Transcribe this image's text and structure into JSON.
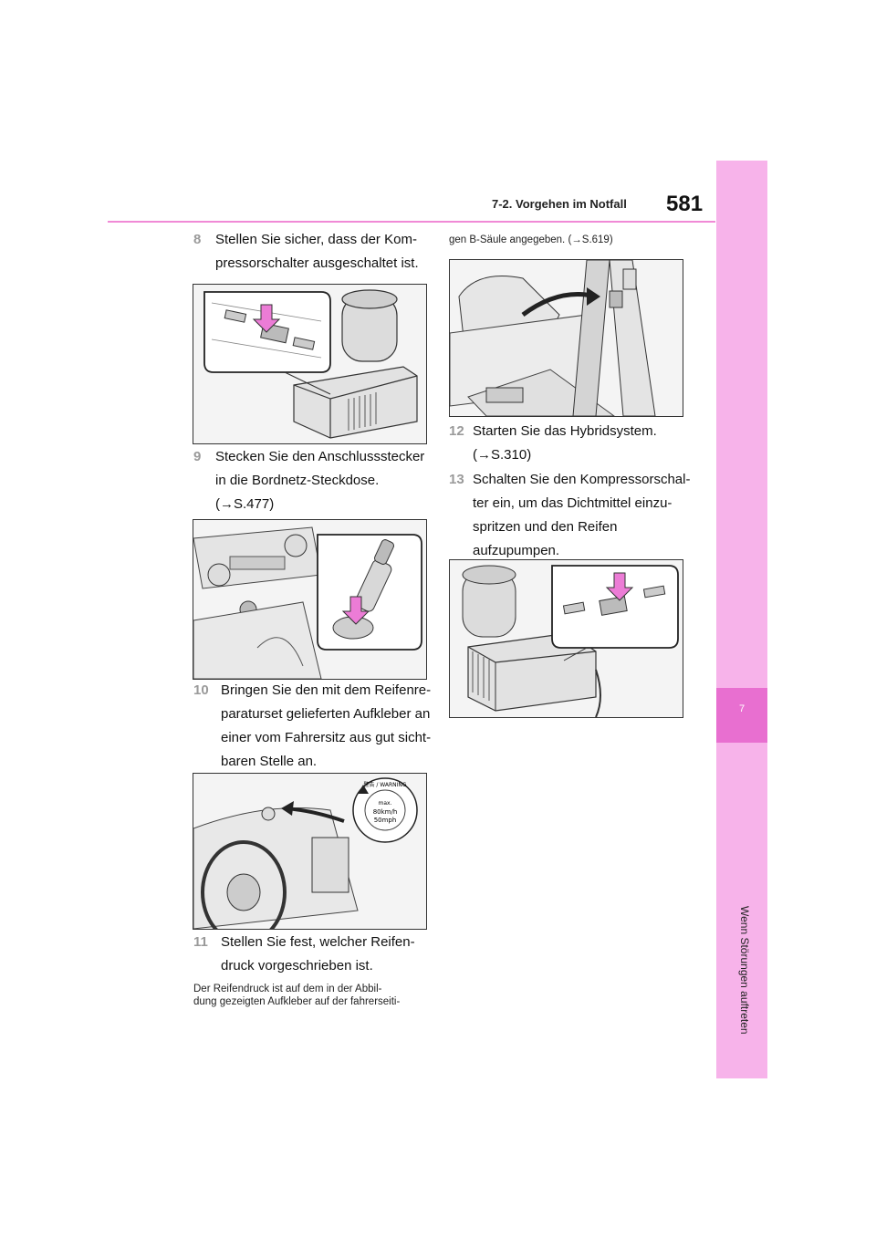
{
  "header": {
    "section": "7-2. Vorgehen im Notfall",
    "page": "581"
  },
  "sidebar": {
    "chapter_number": "7",
    "chapter_title": "Wenn Störungen auftreten"
  },
  "steps": {
    "s8": {
      "num": "8",
      "text": "Stellen Sie sicher, dass der Kom-\npressorschalter ausgeschaltet ist."
    },
    "s9": {
      "num": "9",
      "text": "Stecken Sie den Anschlussstecker\nin die Bordnetz-Steckdose.\n(→S.477)"
    },
    "s10": {
      "num": "10",
      "text": "Bringen Sie den mit dem Reifenre-\nparaturset gelieferten Aufkleber an\neiner vom Fahrersitz aus gut sicht-\nbaren Stelle an."
    },
    "s11": {
      "num": "11",
      "text": "Stellen Sie fest, welcher Reifen-\ndruck vorgeschrieben ist."
    },
    "s12": {
      "num": "12",
      "text": "Starten Sie das Hybridsystem.\n(→S.310)"
    },
    "s13": {
      "num": "13",
      "text": "Schalten Sie den Kompressorschal-\nter ein, um das Dichtmittel einzu-\nspritzen und den Reifen\naufzupumpen."
    }
  },
  "notes": {
    "n1": "Der Reifendruck ist auf dem in der Abbil-\ndung gezeigten Aufkleber auf der fahrerseiti-",
    "n2": "gen B-Säule angegeben. (→S.619)"
  },
  "sticker": {
    "warn": "警告 / WARNING",
    "max": "max.",
    "kmh": "80km/h",
    "mph": "50mph"
  }
}
